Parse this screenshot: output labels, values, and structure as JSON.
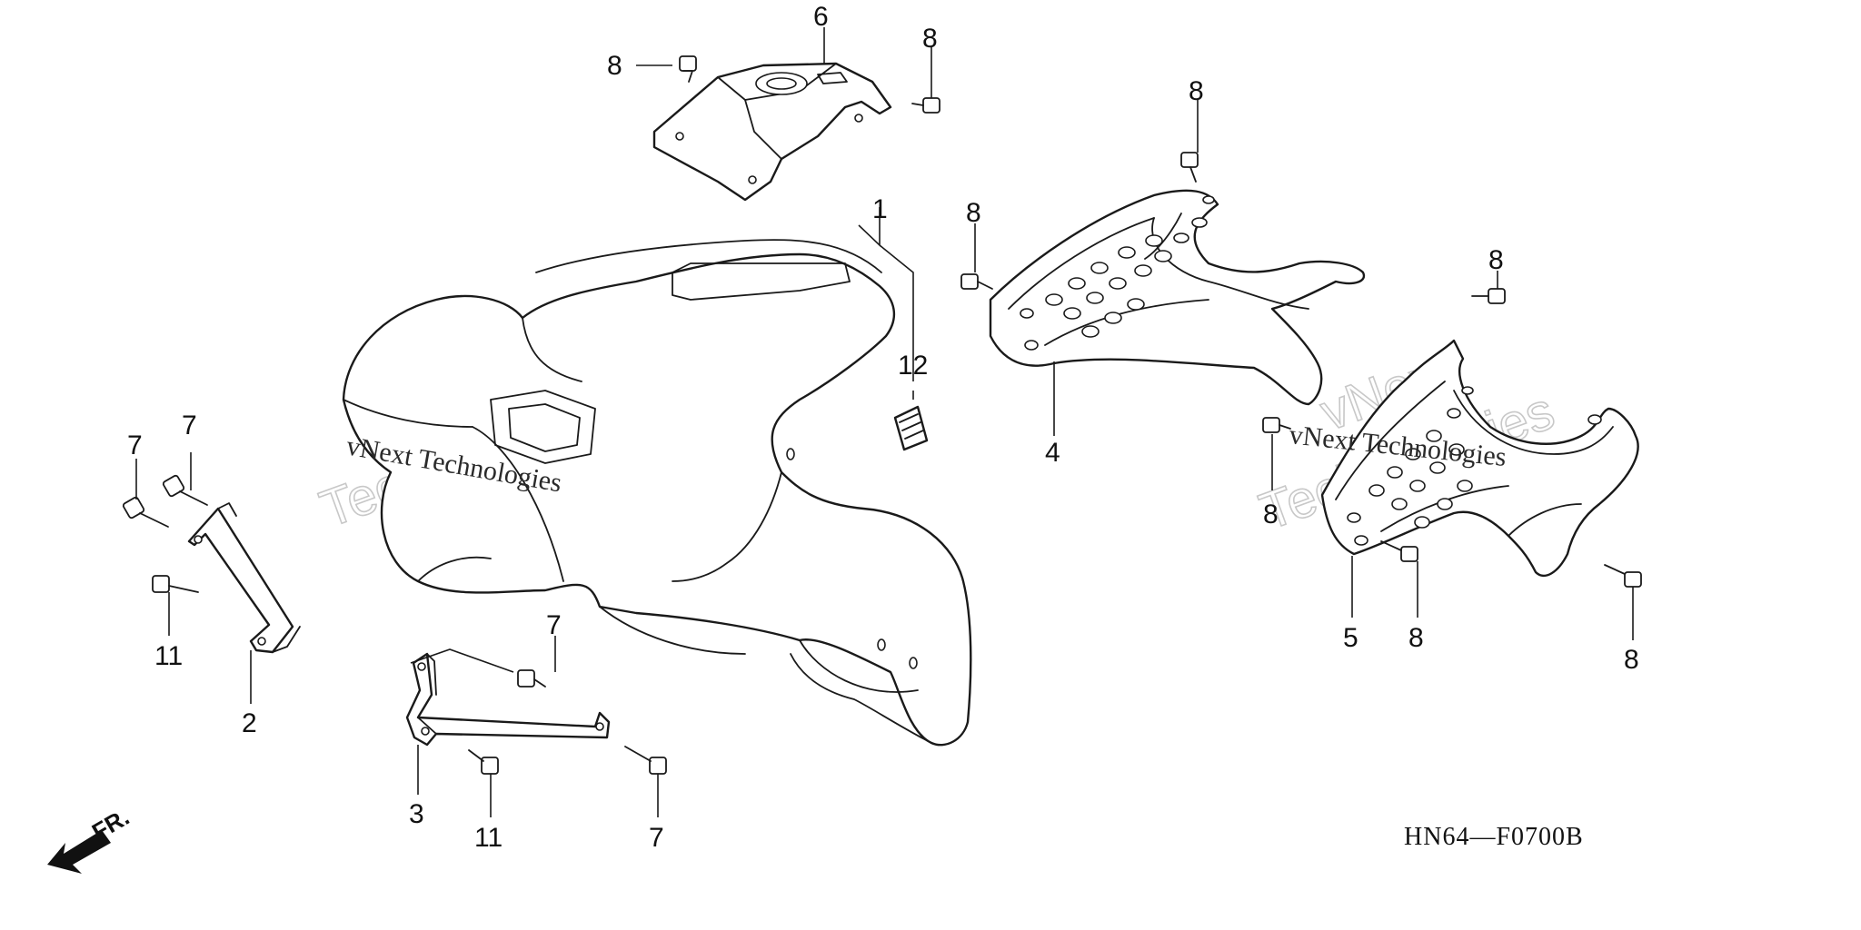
{
  "diagram": {
    "code": "HN64—F0700B",
    "direction_label": "FR.",
    "watermark_line1": "vNext",
    "watermark_line2": "Technologies",
    "watermark_full": "vNext Technologies",
    "callouts": {
      "c1": "1",
      "c2": "2",
      "c3": "3",
      "c4": "4",
      "c5": "5",
      "c6": "6",
      "c7a": "7",
      "c7b": "7",
      "c7c": "7",
      "c7d": "7",
      "c8a": "8",
      "c8b": "8",
      "c8c": "8",
      "c8d": "8",
      "c8e": "8",
      "c8f": "8",
      "c8g": "8",
      "c8h": "8",
      "c8i": "8",
      "c11a": "11",
      "c11b": "11",
      "c12": "12"
    }
  }
}
